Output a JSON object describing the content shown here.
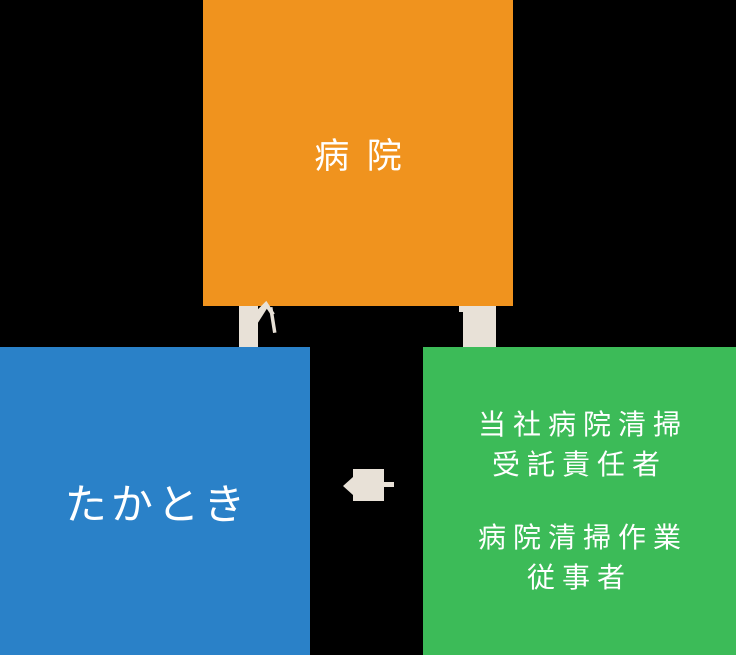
{
  "diagram": {
    "title_hint": "hospital-cleaning-structure-diagram",
    "hospital": {
      "label": "病院"
    },
    "takatoki": {
      "label": "たかとき"
    },
    "staff": {
      "label_top": "当社病院清掃\n受託責任者",
      "label_bottom": "病院清掃作業\n従事者"
    },
    "colors": {
      "hospital_orange": "#F0931E",
      "takatoki_blue": "#2A81C8",
      "staff_green": "#3CBB58",
      "connector_beige": "#E8E1D7",
      "background": "#000000",
      "text": "#FFFFFF"
    }
  }
}
